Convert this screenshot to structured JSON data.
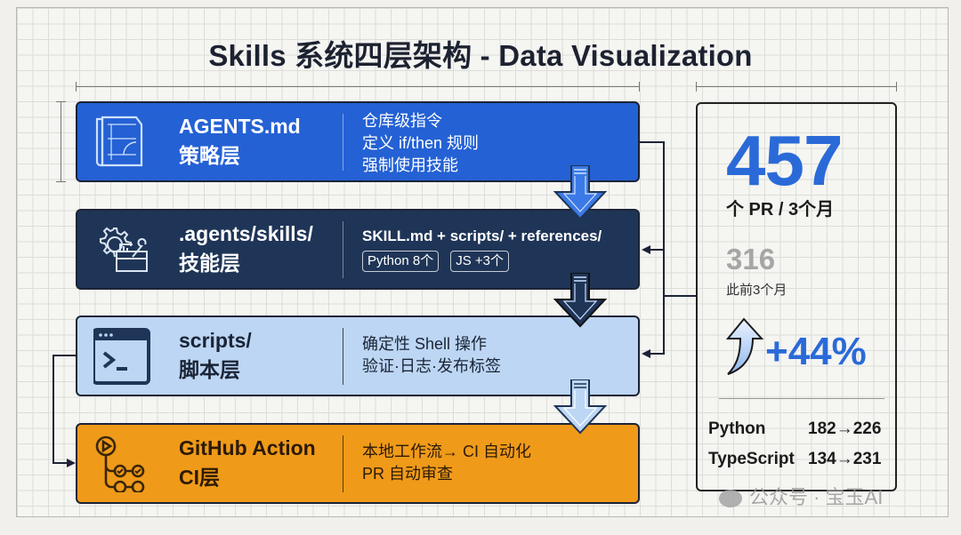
{
  "title": "Skills 系统四层架构 - Data Visualization",
  "colors": {
    "policy_layer": "#2461d4",
    "skills_layer": "#1f3557",
    "scripts_layer": "#bcd6f4",
    "ci_layer": "#f09a1a",
    "accent_blue": "#2a6ad8"
  },
  "layers": [
    {
      "icon": "document-icon",
      "name_line1": "AGENTS.md",
      "name_line2": "策略层",
      "desc": [
        "仓库级指令",
        "定义 if/then 规则",
        "强制使用技能"
      ]
    },
    {
      "icon": "gear-toolbox-icon",
      "name_line1": ".agents/skills/",
      "name_line2": "技能层",
      "desc": [
        "SKILL.md + scripts/ + references/"
      ],
      "tags": [
        "Python 8个",
        "JS +3个"
      ]
    },
    {
      "icon": "terminal-icon",
      "name_line1": "scripts/",
      "name_line2": "脚本层",
      "desc": [
        "确定性 Shell 操作",
        "验证·日志·发布标签"
      ]
    },
    {
      "icon": "github-actions-icon",
      "name_line1": "GitHub Action",
      "name_line2": "CI层",
      "desc": [
        "本地工作流→ CI 自动化",
        "PR 自动审查"
      ]
    }
  ],
  "stats": {
    "pr_count": "457",
    "pr_label": "个 PR / 3个月",
    "previous_count": "316",
    "previous_label": "此前3个月",
    "growth": "+44%",
    "languages": [
      {
        "name": "Python",
        "change": "182→226"
      },
      {
        "name": "TypeScript",
        "change": "134→231"
      }
    ]
  },
  "watermark": "公众号 · 宝玉AI"
}
